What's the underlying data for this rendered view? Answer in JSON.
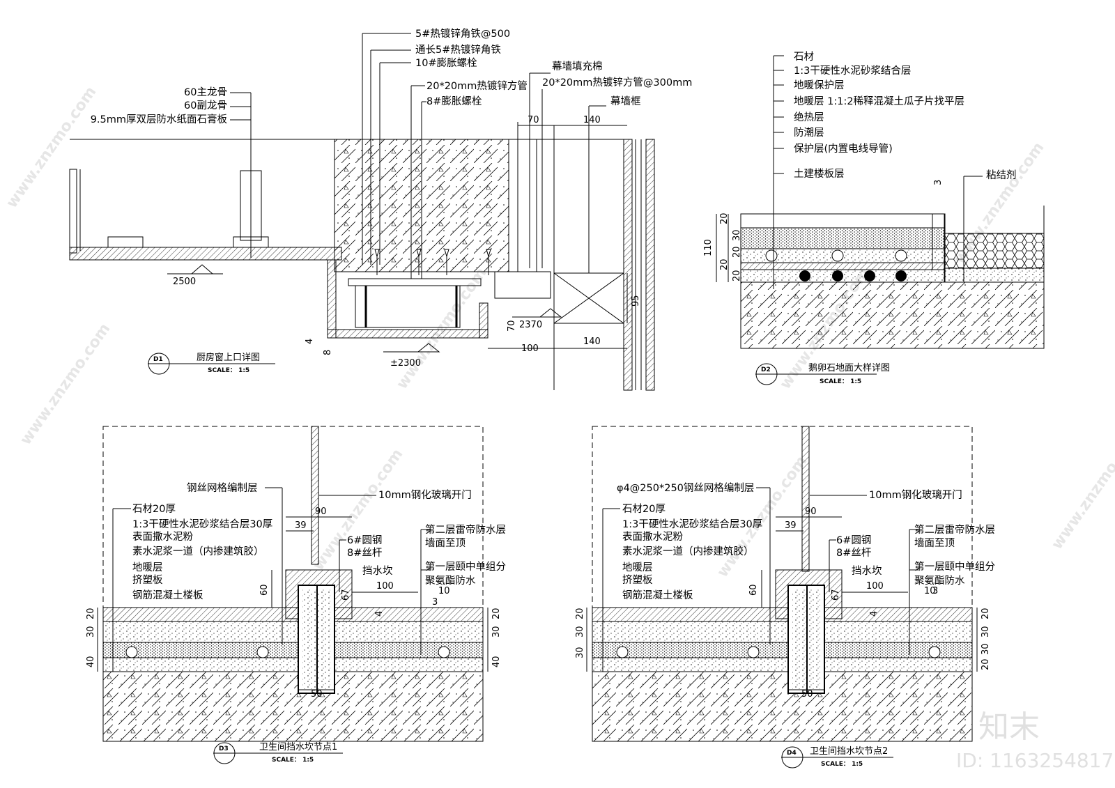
{
  "d1": {
    "tag": "D1",
    "title": "厨房窗上口详图",
    "scale": "SCALE： 1:5",
    "labels": [
      "5#热镀锌角铁@500",
      "通长5#热镀锌角铁",
      "10#膨胀螺栓",
      "幕墙填充棉",
      "20*20mm热镀锌方管",
      "20*20mm热镀锌方管@300mm",
      "8#膨胀螺栓",
      "幕墙框",
      "60主龙骨",
      "60副龙骨",
      "9.5mm厚双层防水纸面石膏板"
    ],
    "dims": {
      "d70": "70",
      "d140": "140",
      "d140b": "140",
      "d95": "95",
      "d70v": "70",
      "d100": "100",
      "d4": "4",
      "d8": "8",
      "elev_2500": "2500",
      "elev_2370": "2370",
      "elev_2300": "±2300"
    }
  },
  "d2": {
    "tag": "D2",
    "title": "鹅卵石地面大样详图",
    "scale": "SCALE： 1:5",
    "layers": [
      "石材",
      "1:3干硬性水泥砂浆结合层",
      "地暖保护层",
      "地暖层  1:1:2稀释混凝土瓜子片找平层",
      "绝热层",
      "防潮层",
      "保护层(内置电线导管)",
      "土建楼板层"
    ],
    "glue": "粘结剂",
    "dims": {
      "total": "110",
      "t20a": "20",
      "t30": "30",
      "t20b": "20",
      "t20c": "20",
      "t20d": "20",
      "t3": "3"
    }
  },
  "d3": {
    "tag": "D3",
    "title": "卫生间挡水坎节点1",
    "scale": "SCALE： 1:5",
    "mesh": "钢丝网格编制层",
    "glass": "10mm钢化玻璃开门",
    "layers": [
      "石材20厚",
      "1:3干硬性水泥砂浆结合层30厚",
      "表面撒水泥粉",
      "素水泥浆一道（内掺建筑胶）",
      "地暖层",
      "挤塑板",
      "钢筋混凝土楼板"
    ],
    "right": [
      "6#圆钢",
      "8#丝杆",
      "第二层雷帝防水层",
      "墙面至顶",
      "挡水坎",
      "第一层颐中单组分",
      "聚氨酯防水"
    ],
    "dims": {
      "d90": "90",
      "d39": "39",
      "d60": "60",
      "d67": "67",
      "d100": "100",
      "d10": "10",
      "d3": "3",
      "d50": "50",
      "l20": "20",
      "l30": "30",
      "l40": "40",
      "r20": "20",
      "r30": "30",
      "r40": "40",
      "t4": "4"
    }
  },
  "d4": {
    "tag": "D4",
    "title": "卫生间挡水坎节点2",
    "scale": "SCALE： 1:5",
    "mesh": "φ4@250*250钢丝网格编制层",
    "glass": "10mm钢化玻璃开门",
    "layers": [
      "石材20厚",
      "1:3干硬性水泥砂浆结合层30厚",
      "表面撒水泥粉",
      "素水泥浆一道（内掺建筑胶）",
      "地暖层",
      "挤塑板",
      "钢筋混凝土楼板"
    ],
    "right": [
      "6#圆钢",
      "8#丝杆",
      "第二层雷帝防水层",
      "墙面至顶",
      "挡水坎",
      "第一层颐中单组分",
      "聚氨酯防水"
    ],
    "dims": {
      "d90": "90",
      "d39": "39",
      "d60": "60",
      "d67": "67",
      "d100": "100",
      "d10": "10",
      "d3": "3",
      "d50": "50",
      "l20": "20",
      "l30": "30",
      "l30b": "30",
      "r20": "20",
      "r30": "30",
      "r30b": "30",
      "r20b": "20",
      "t4": "4"
    }
  },
  "watermark": {
    "url": "www.znzmo.com",
    "brand": "知末",
    "id": "ID: 1163254817"
  }
}
